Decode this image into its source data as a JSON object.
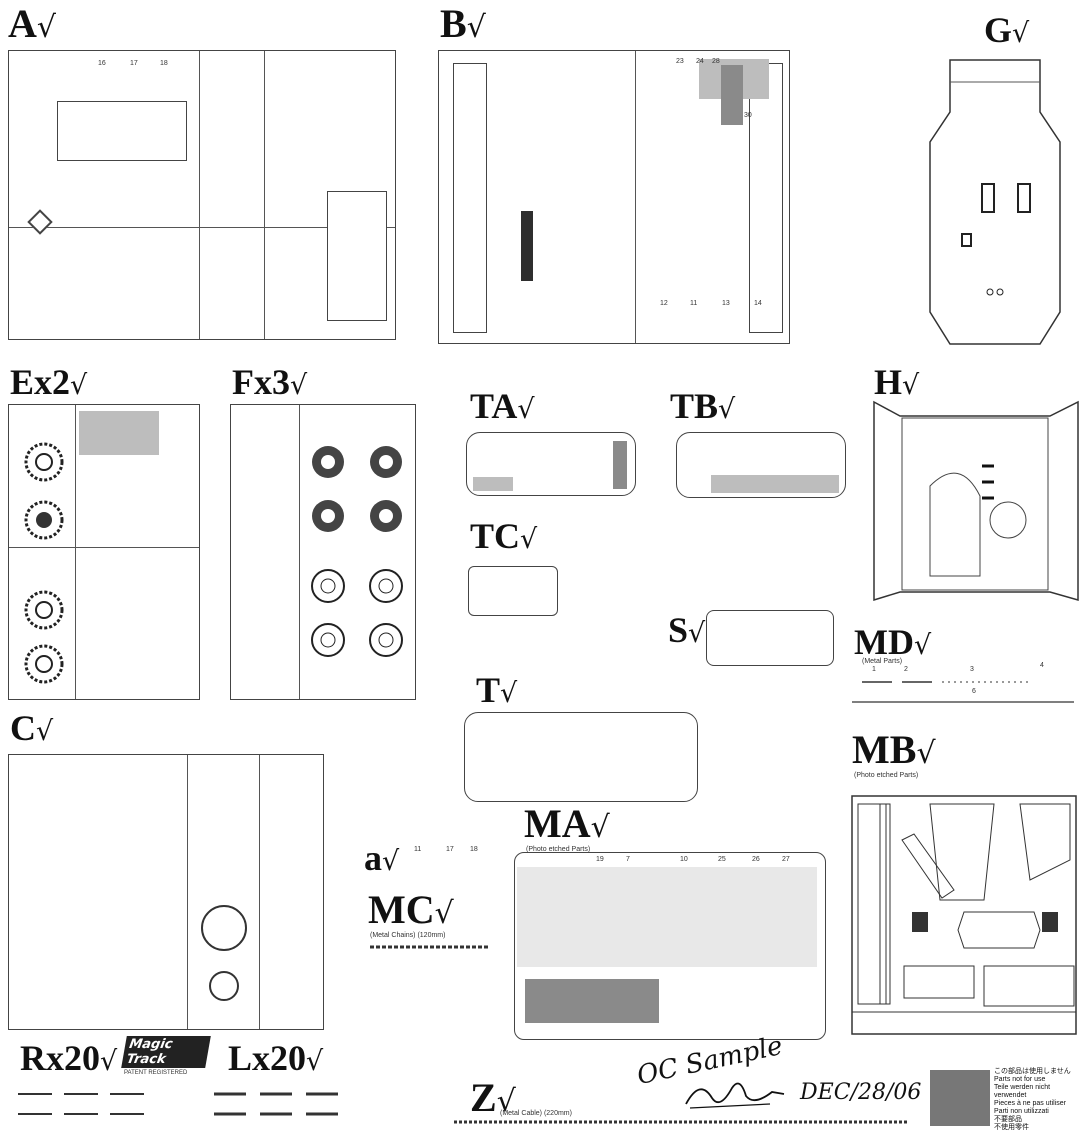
{
  "labels": {
    "A": "A",
    "B": "B",
    "G": "G",
    "Ex2": "Ex2",
    "Fx3": "Fx3",
    "TA": "TA",
    "TB": "TB",
    "H": "H",
    "TC": "TC",
    "S": "S",
    "MD": "MD",
    "T": "T",
    "C": "C",
    "a": "a",
    "MA": "MA",
    "MB": "MB",
    "MC": "MC",
    "Rx20": "Rx20",
    "Lx20": "Lx20",
    "Z": "Z"
  },
  "checkmark": "√",
  "sublabels": {
    "MD": "(Metal Parts)",
    "MA": "(Photo etched Parts)",
    "MB": "(Photo etched Parts)",
    "MC": "(Metal Chains) (120mm)",
    "Z": "(Metal Cable) (220mm)"
  },
  "magic_track": {
    "title": "Magic Track",
    "subtitle": "PATENT REGISTERED"
  },
  "handwritten": {
    "line1": "OC Sample",
    "date": "DEC/28/06"
  },
  "notice": [
    "この部品は使用しません",
    "Parts not for use",
    "Teile werden nicht verwendet",
    "Pieces à ne pas utiliser",
    "Parti non utilizzati",
    "不要部品",
    "不使用零件"
  ],
  "part_numbers": {
    "A_top": [
      "16",
      "17",
      "18"
    ],
    "B_top": [
      "23",
      "24",
      "28",
      "30"
    ],
    "B_bottom": [
      "12",
      "11",
      "13",
      "14"
    ],
    "MD": [
      "1",
      "2",
      "3",
      "4",
      "6"
    ],
    "a": [
      "11",
      "17",
      "18"
    ],
    "MA_top": [
      "19",
      "7",
      "10",
      "25",
      "26",
      "27"
    ]
  }
}
